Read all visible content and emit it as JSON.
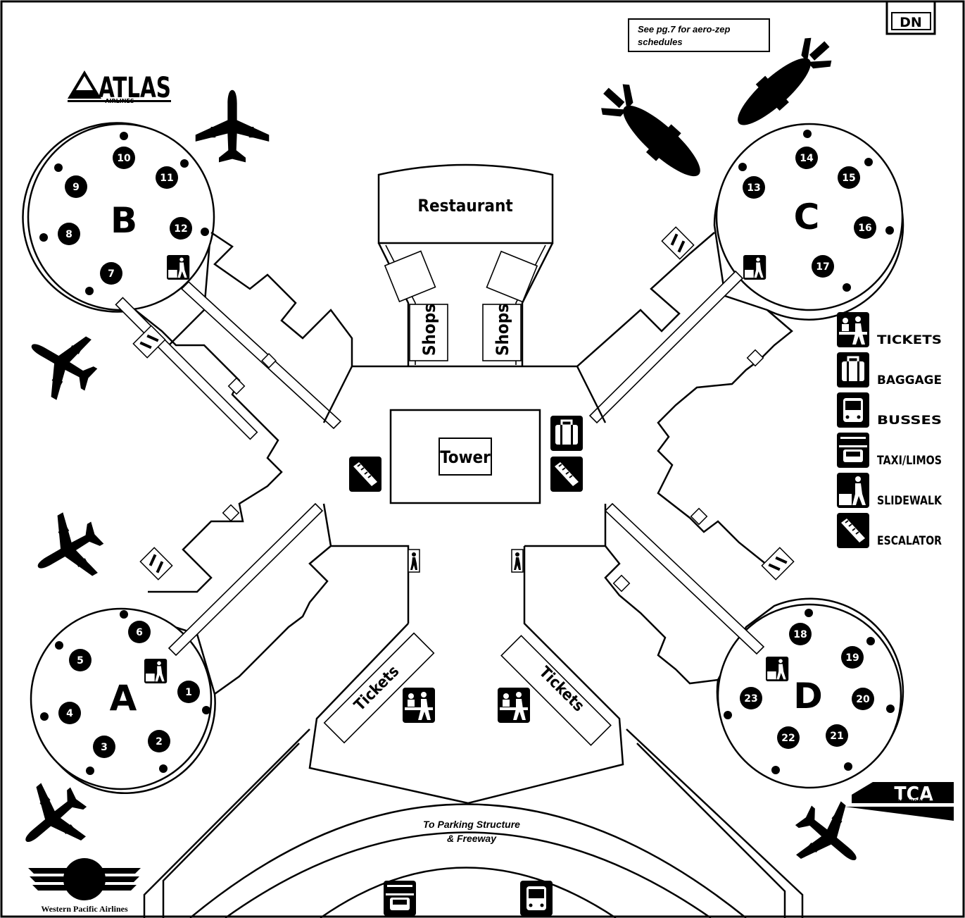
{
  "page_marker": "DN",
  "note_box": {
    "line1": "See pg.7 for aero-zep",
    "line2": "schedules"
  },
  "airlines": {
    "atlas": {
      "name": "ATLAS",
      "sub": "AIRLINES"
    },
    "tca": {
      "name": "TCA",
      "sub": "TransContinental"
    },
    "western": {
      "name": "Western Pacific Airlines"
    }
  },
  "rooms": {
    "restaurant": "Restaurant",
    "shops_left": "Shops",
    "shops_right": "Shops",
    "tower": "Tower",
    "tickets_left": "Tickets",
    "tickets_right": "Tickets",
    "parking": {
      "line1": "To Parking Structure",
      "line2": "& Freeway"
    }
  },
  "concourses": {
    "A": {
      "letter": "A",
      "gates": [
        "1",
        "2",
        "3",
        "4",
        "5",
        "6"
      ]
    },
    "B": {
      "letter": "B",
      "gates": [
        "7",
        "8",
        "9",
        "10",
        "11",
        "12"
      ]
    },
    "C": {
      "letter": "C",
      "gates": [
        "13",
        "14",
        "15",
        "16",
        "17"
      ]
    },
    "D": {
      "letter": "D",
      "gates": [
        "18",
        "19",
        "20",
        "21",
        "22",
        "23"
      ]
    }
  },
  "legend": [
    {
      "label": "TICKETS",
      "icon": "tickets-icon"
    },
    {
      "label": "BAGGAGE",
      "icon": "baggage-icon"
    },
    {
      "label": "BUSSES",
      "icon": "bus-icon"
    },
    {
      "label": "TAXI/LIMOS",
      "icon": "taxi-icon"
    },
    {
      "label": "SLIDEWALK",
      "icon": "slidewalk-icon"
    },
    {
      "label": "ESCALATOR",
      "icon": "escalator-icon"
    }
  ]
}
